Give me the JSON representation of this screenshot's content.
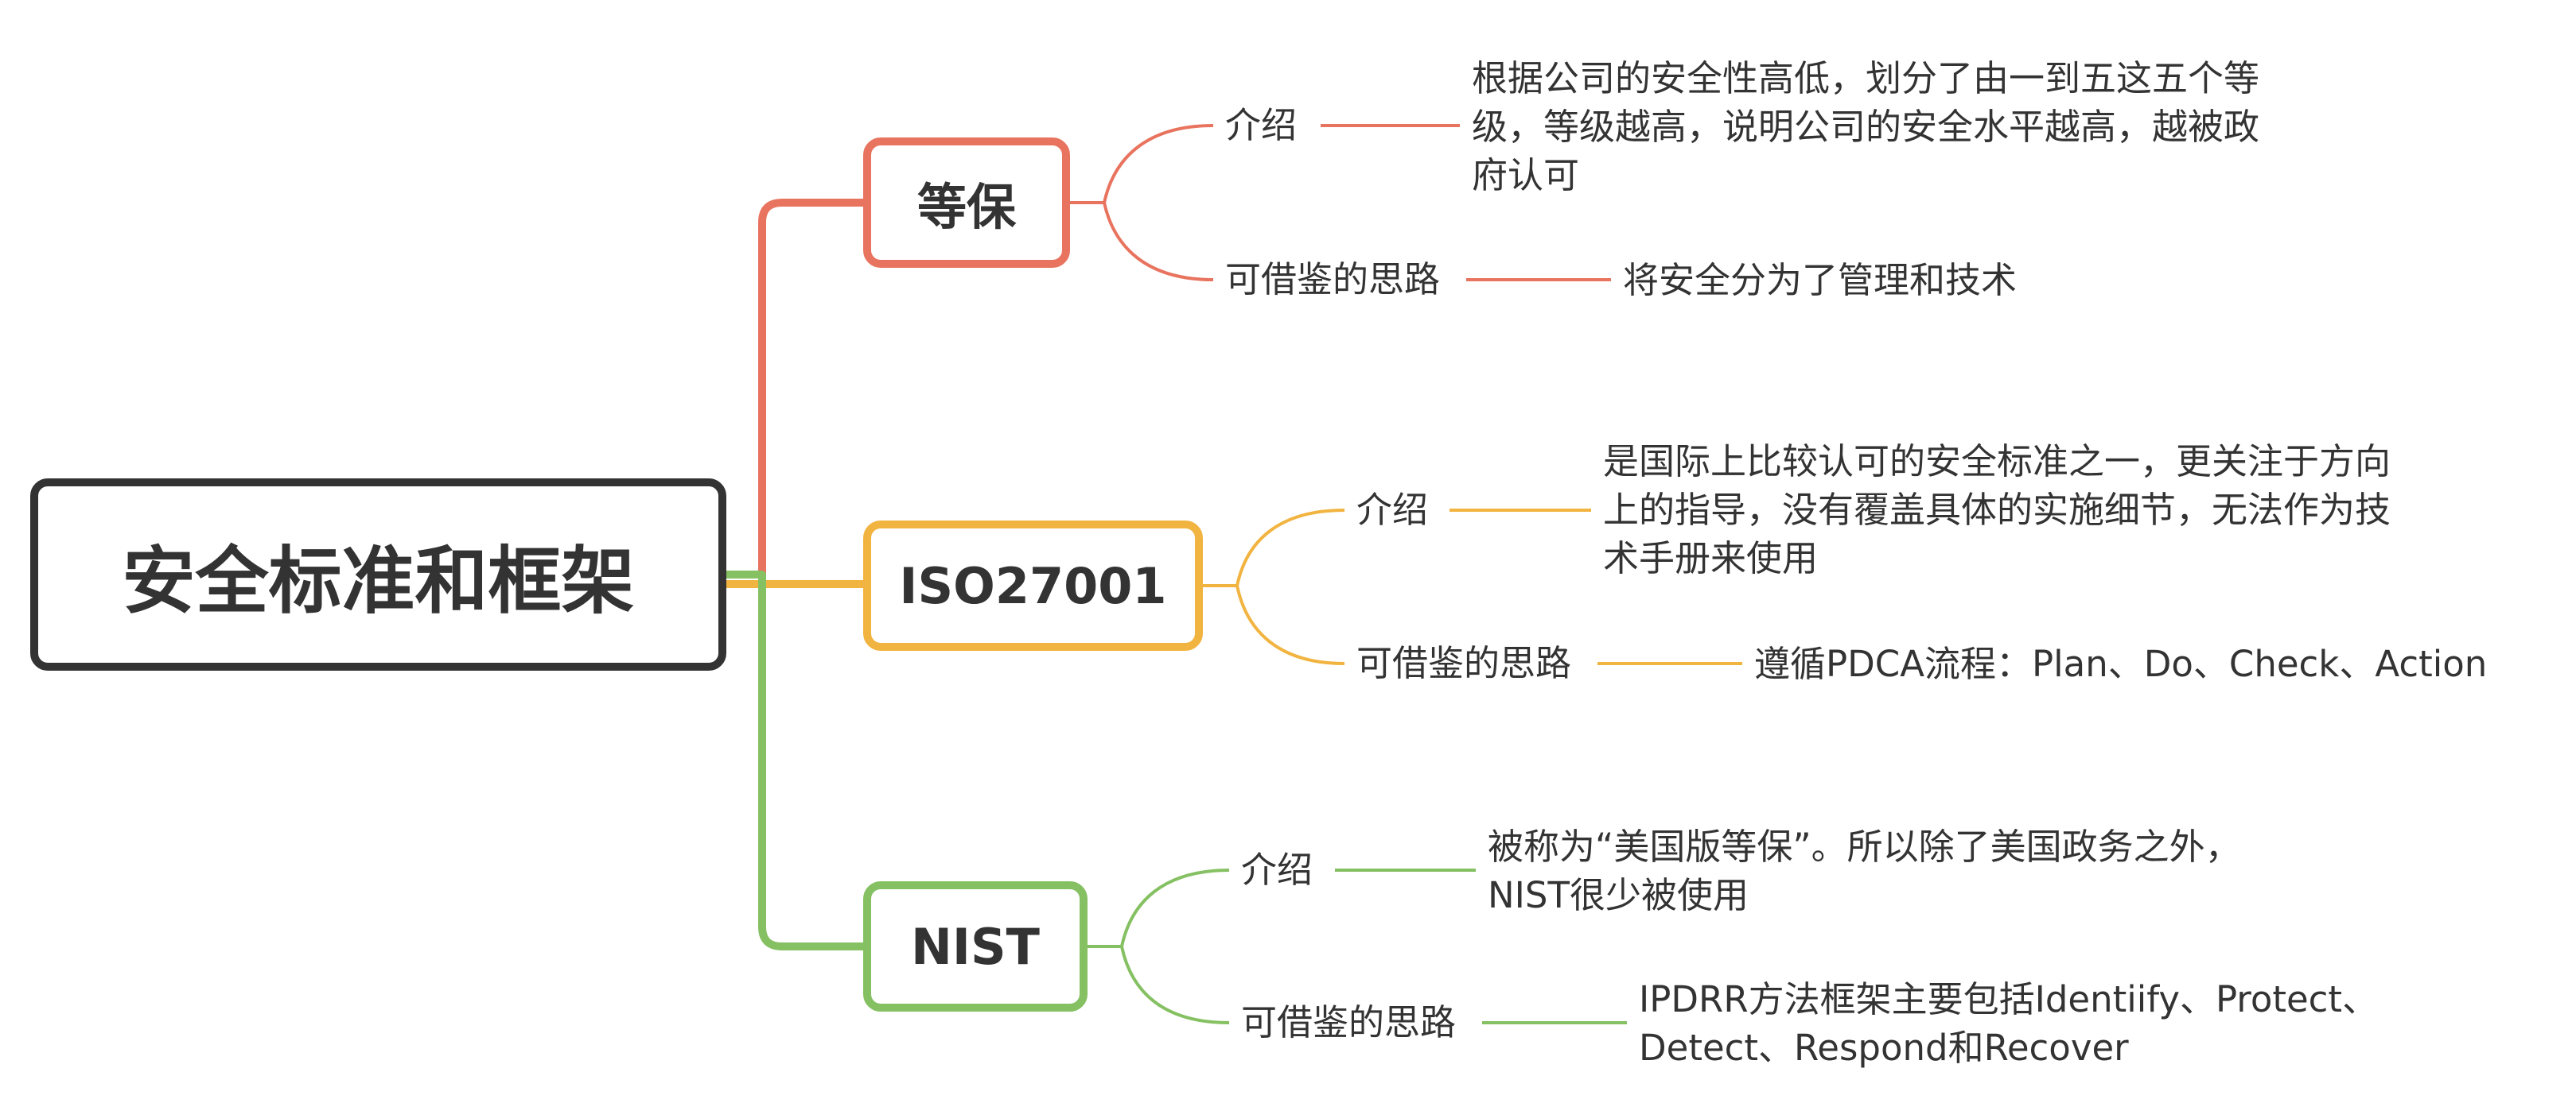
{
  "colors": {
    "root": "#333333",
    "dengbao": "#E8735E",
    "iso": "#F2B441",
    "nist": "#85C062"
  },
  "root": {
    "title": "安全标准和框架"
  },
  "branches": [
    {
      "title": "等保",
      "intro_label": "介绍",
      "intro_text": "根据公司的安全性高低，划分了由一到五这五个等级，等级越高，说明公司的安全水平越高，越被政府认可",
      "idea_label": "可借鉴的思路",
      "idea_text": "将安全分为了管理和技术"
    },
    {
      "title": "ISO27001",
      "intro_label": "介绍",
      "intro_text": "是国际上比较认可的安全标准之一，更关注于方向上的指导，没有覆盖具体的实施细节，无法作为技术手册来使用",
      "idea_label": "可借鉴的思路",
      "idea_text": "遵循PDCA流程：Plan、Do、Check、Action"
    },
    {
      "title": "NIST",
      "intro_label": "介绍",
      "intro_text": "被称为“美国版等保”。所以除了美国政务之外，NIST很少被使用",
      "idea_label": "可借鉴的思路",
      "idea_text": "IPDRR方法框架主要包括Identiify、Protect、Detect、Respond和Recover"
    }
  ]
}
